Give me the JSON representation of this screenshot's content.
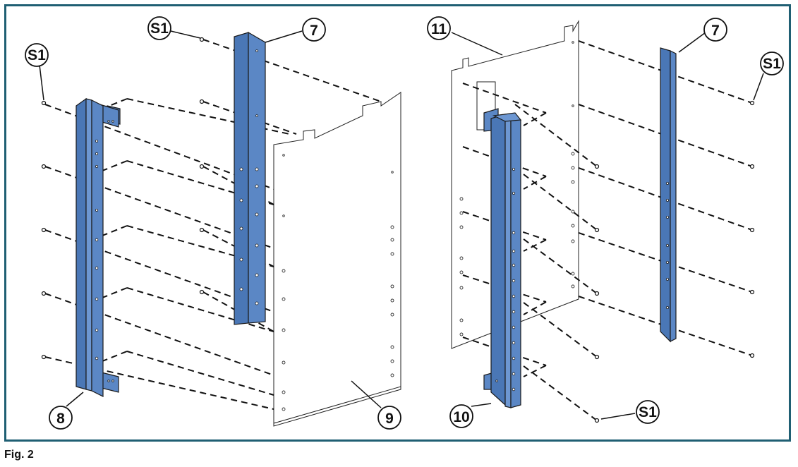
{
  "figure": {
    "caption": "Fig. 2",
    "frame_color": "#1f5f73",
    "part_fill_color": "#5b87c5",
    "part_stroke_color": "#1a1a1a"
  },
  "callouts": {
    "screw_left_top": "S1",
    "screw_left_center": "S1",
    "screw_right_top": "S1",
    "screw_right_bottom": "S1",
    "bracket_center": "7",
    "bracket_right": "7",
    "upright_left": "8",
    "panel_left": "9",
    "upright_right": "10",
    "panel_right": "11"
  }
}
